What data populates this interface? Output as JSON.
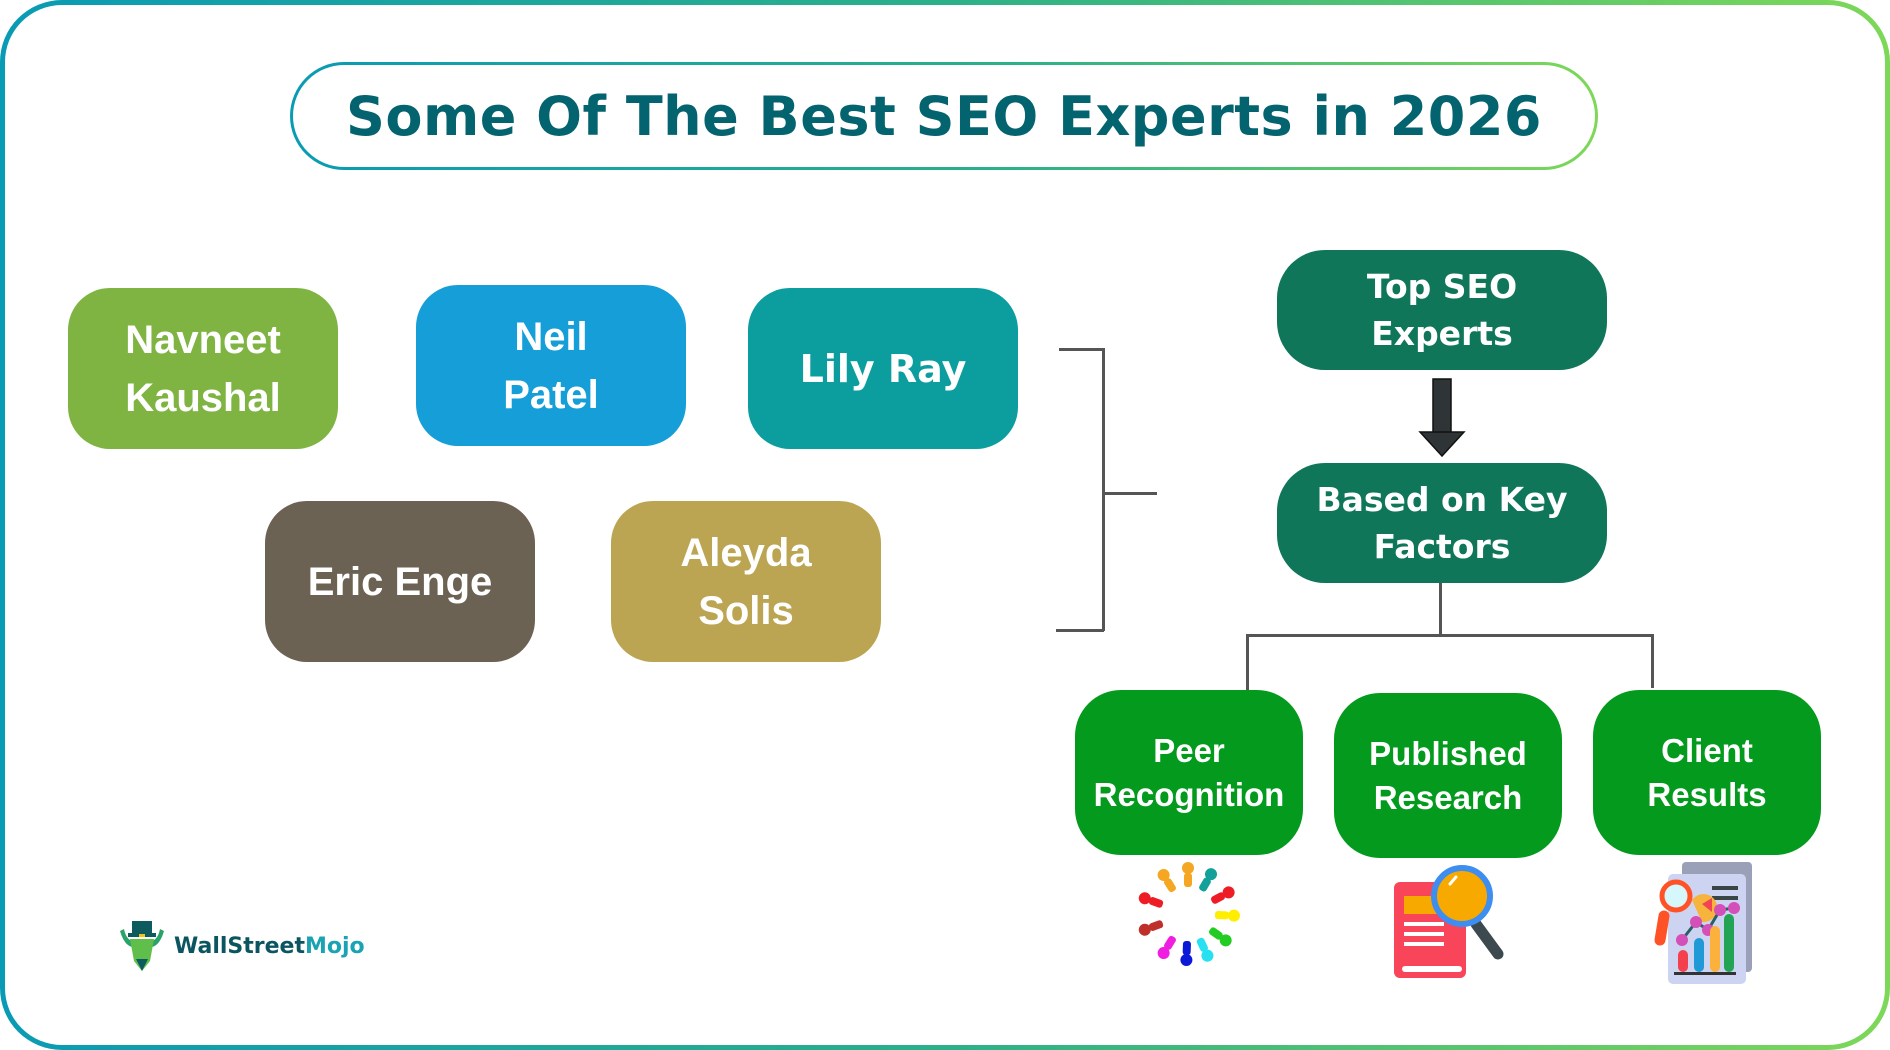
{
  "title": "Some Of The Best SEO Experts in 2026",
  "colors": {
    "title_text": "#03636e",
    "border_gradient_start": "#0a9bb4",
    "border_gradient_end": "#7dd858",
    "flow_box": "#10765a",
    "factor_box": "#049a1e",
    "connector": "#555555"
  },
  "experts": [
    {
      "name": "Navneet\nKaushal",
      "color": "#7fb443"
    },
    {
      "name": "Neil\nPatel",
      "color": "#169ed8"
    },
    {
      "name": "Lily Ray",
      "color": "#0c9e9f"
    },
    {
      "name": "Eric Enge",
      "color": "#6b6253"
    },
    {
      "name": "Aleyda\nSolis",
      "color": "#bca552"
    }
  ],
  "flow": {
    "top": "Top SEO\nExperts",
    "middle": "Based on Key\nFactors"
  },
  "factors": [
    {
      "label": "Peer\nRecognition",
      "icon": "people-circle-icon"
    },
    {
      "label": "Published\nResearch",
      "icon": "book-magnifier-icon"
    },
    {
      "label": "Client\nResults",
      "icon": "analytics-report-icon"
    }
  ],
  "logo": {
    "part1": "WallStreet",
    "part2": "Mojo"
  }
}
